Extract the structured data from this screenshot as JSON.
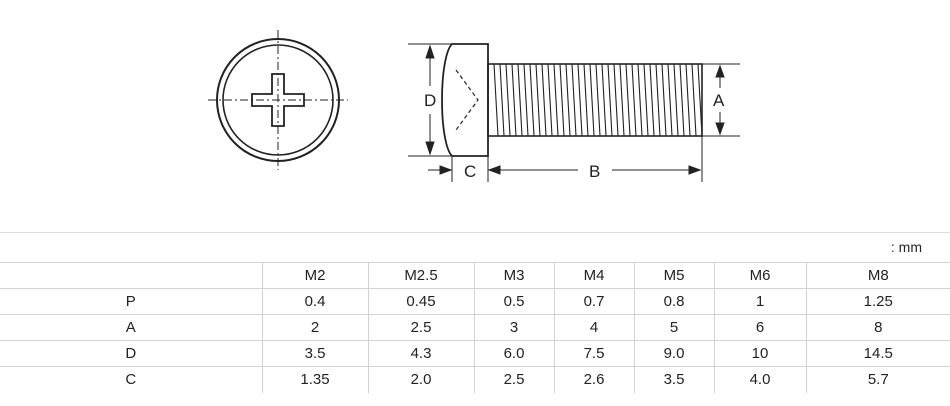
{
  "drawing": {
    "labels": {
      "d": "D",
      "a": "A",
      "b": "B",
      "c": "C"
    }
  },
  "unit": ": mm",
  "table": {
    "columns": [
      "M2",
      "M2.5",
      "M3",
      "M4",
      "M5",
      "M6",
      "M8"
    ],
    "rows": [
      {
        "label": "P",
        "values": [
          "0.4",
          "0.45",
          "0.5",
          "0.7",
          "0.8",
          "1",
          "1.25"
        ]
      },
      {
        "label": "A",
        "values": [
          "2",
          "2.5",
          "3",
          "4",
          "5",
          "6",
          "8"
        ]
      },
      {
        "label": "D",
        "values": [
          "3.5",
          "4.3",
          "6.0",
          "7.5",
          "9.0",
          "10",
          "14.5"
        ]
      },
      {
        "label": "C",
        "values": [
          "1.35",
          "2.0",
          "2.5",
          "2.6",
          "3.5",
          "4.0",
          "5.7"
        ]
      }
    ]
  }
}
